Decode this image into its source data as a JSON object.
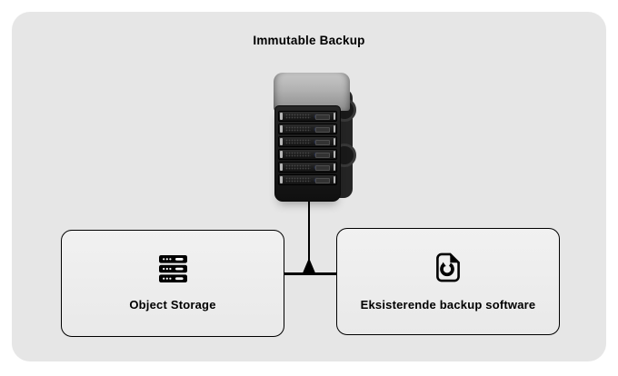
{
  "title": "Immutable Backup",
  "colors": {
    "page_bg": "#ffffff",
    "panel_bg": "#e6e6e6",
    "line": "#000000",
    "box_border": "#000000",
    "box_bg": "#e9e9e9",
    "led": "#5577ff"
  },
  "server": {
    "name": "immutable-backup-appliance",
    "bays": 6
  },
  "nodes": {
    "object_storage": {
      "label": "Object Storage",
      "icon": "object-storage-icon"
    },
    "backup_software": {
      "label": "Eksisterende backup software",
      "icon": "backup-software-icon"
    }
  }
}
